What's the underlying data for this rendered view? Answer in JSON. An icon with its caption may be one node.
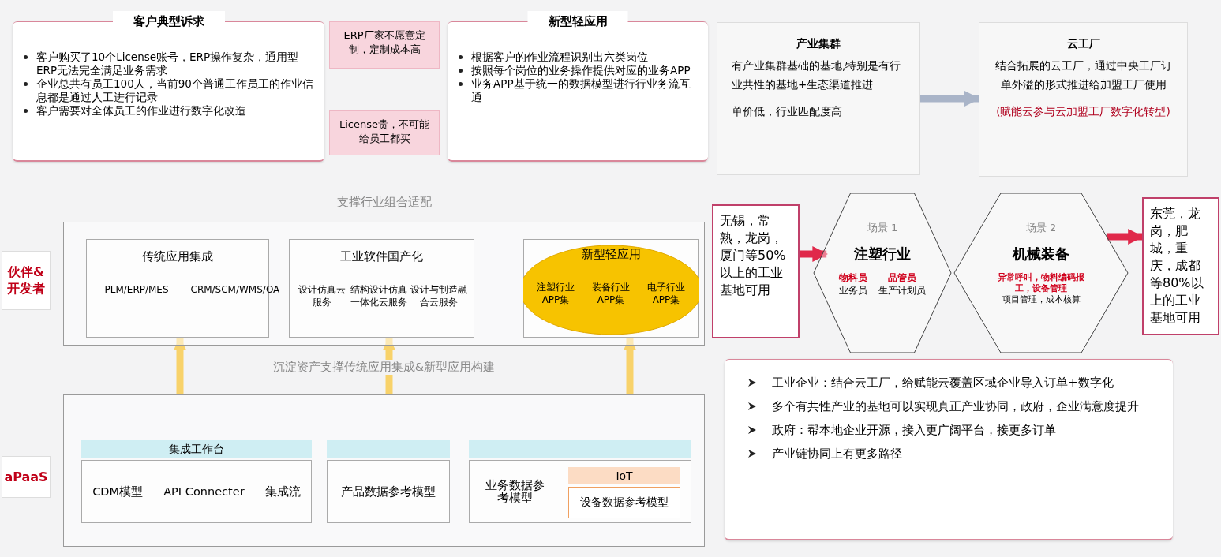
{
  "diagram": {
    "nodes": [
      {
        "text": [
          "客户典型诉求",
          "客户购买了10个License账号，ERP操作复杂，通用型ERP无法完全满足业务需求",
          "企业总共有员工100人，当前90个普通工作员工的作业信息都是通过人工进行记录",
          "客户需要对全体员工的作业进行数字化改造"
        ]
      },
      {
        "text": [
          "ERP厂家不愿意定制，定制成本高"
        ]
      },
      {
        "text": [
          "License贵，不可能给员工都买"
        ]
      },
      {
        "text": [
          "新型轻应用",
          "根据客户的作业流程识别出六类岗位",
          "按照每个岗位的业务操作提供对应的业务APP",
          "业务APP基于统一的数据模型进行行业务流互通"
        ]
      },
      {
        "text": [
          "产业集群",
          "有产业集群基础的基地,特别是有行业共性的基地+生态渠道推进",
          "单价低，行业匹配度高"
        ]
      },
      {
        "text": [
          "云工厂",
          "结合拓展的云工厂，通过中央工厂订单外溢的形式推进给加盟工厂使用",
          "(赋能云参与云加盟工厂数字化转型)"
        ]
      },
      {
        "text": [
          "伙伴&开发者"
        ]
      },
      {
        "text": [
          "支撑行业组合适配"
        ]
      },
      {
        "text": [
          "传统应用集成",
          "PLM/ERP/MES",
          "CRM/SCM/WMS/OA"
        ],
        "in": 7
      },
      {
        "text": [
          "工业软件国产化",
          "设计仿真云服务",
          "结构设计仿真一体化云服务",
          "设计与制造融合云服务"
        ],
        "in": 7
      },
      {
        "text": [
          "新型轻应用",
          "注塑行业APP集",
          "装备行业APP集",
          "电子行业APP集"
        ],
        "in": 7
      },
      {
        "text": [
          "aPaaS"
        ]
      },
      {
        "text": [
          "沉淀资产支撑传统应用集成&新型应用构建"
        ]
      },
      {
        "text": [
          "集成工作台"
        ],
        "in": 12
      },
      {
        "text": [
          "CDM模型",
          "API Connecter",
          "集成流"
        ],
        "in": 12
      },
      {
        "text": [],
        "shape": "bar",
        "in": 12
      },
      {
        "text": [
          "产品数据参考模型"
        ],
        "in": 12
      },
      {
        "text": [],
        "shape": "bar",
        "in": 12
      },
      {
        "text": [
          "业务数据参考模型"
        ],
        "in": 12
      },
      {
        "text": [
          "IoT"
        ],
        "in": 18
      },
      {
        "text": [
          "设备数据参考模型"
        ],
        "in": 18
      },
      {
        "text": [
          "无锡，常熟，龙岗，厦门等50%以上的工业基地可用"
        ]
      },
      {
        "text": [
          "场景 1",
          "注塑行业",
          "物料员",
          "品管员",
          "业务员",
          "生产计划员"
        ]
      },
      {
        "text": [
          "场景 2",
          "机械装备",
          "异常呼叫，物料编码报工，设备管理",
          "项目管理，成本核算"
        ]
      },
      {
        "text": [
          "东莞，龙岗，肥城，重庆，成都等80%以上的工业基地可用"
        ]
      },
      {
        "text": [
          "工业企业：结合云工厂，给赋能云覆盖区域企业导入订单+数字化",
          "多个有共性产业的基地可以实现真正产业协同，政府，企业满意度提升",
          "政府：帮本地企业开源，接入更广阔平台，接更多订单",
          "产业链协同上有更多路径"
        ]
      }
    ],
    "edges": [
      {
        "from": 4,
        "to": 5,
        "arrow": "to",
        "color": "#a9b4c8"
      },
      {
        "from": 12,
        "to": 8,
        "arrow": "to"
      },
      {
        "from": 12,
        "to": 9,
        "arrow": "to"
      },
      {
        "from": 12,
        "to": 10,
        "arrow": "to"
      },
      {
        "from": 21,
        "to": 22,
        "arrow": "to",
        "color": "#e0284a"
      },
      {
        "from": 23,
        "to": 24,
        "arrow": "to",
        "color": "#e0284a"
      }
    ]
  }
}
